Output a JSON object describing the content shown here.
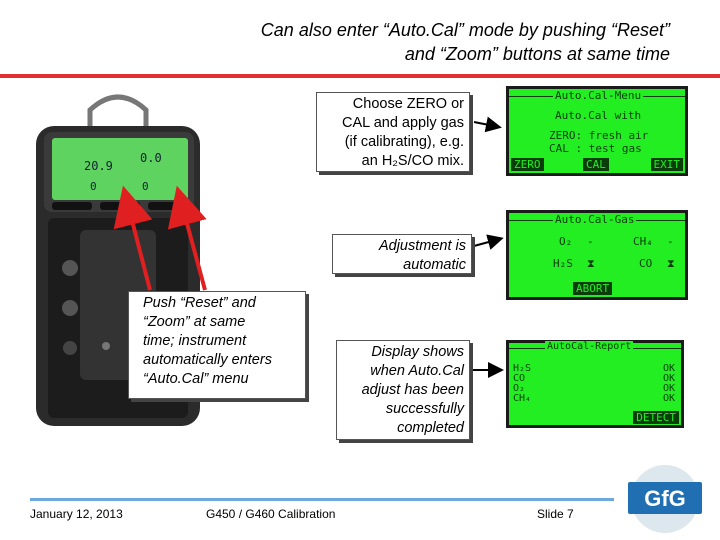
{
  "title": {
    "line1": "Can also enter “Auto.Cal” mode by pushing “Reset”",
    "line2": "and “Zoom” buttons at same time"
  },
  "device": {
    "display_values": [
      "20.9",
      "0.0",
      "0",
      "0"
    ]
  },
  "callouts": {
    "choose": [
      "Choose ZERO or",
      "CAL and apply gas",
      "(if calibrating), e.g.",
      "an H₂S/CO mix."
    ],
    "adjust": [
      "Adjustment is",
      "automatic"
    ],
    "push": [
      "Push “Reset” and",
      "“Zoom” at same",
      "time; instrument",
      "automatically enters",
      "“Auto.Cal” menu"
    ],
    "display": [
      "Display shows",
      "when Auto.Cal",
      "adjust has been",
      "successfully",
      "completed"
    ]
  },
  "screens": {
    "menu": {
      "header": "Auto.Cal-Menu",
      "line1": "Auto.Cal with",
      "line2": "ZERO: fresh air",
      "line3": "CAL : test gas",
      "keys": [
        "ZERO",
        "CAL",
        "EXIT"
      ]
    },
    "gas": {
      "header": "Auto.Cal-Gas",
      "o2": "O₂",
      "o2_val": "-",
      "ch4": "CH₄",
      "ch4_val": "-",
      "h2s": "H₂S",
      "h2s_val": "⧗",
      "co": "CO",
      "co_val": "⧗",
      "key": "ABORT"
    },
    "report": {
      "header": "AutoCal-Report",
      "gases": [
        "H₂S",
        "CO",
        "O₂",
        "CH₄"
      ],
      "results": [
        "OK",
        "OK",
        "OK",
        "OK"
      ],
      "key": "DETECT"
    }
  },
  "footer": {
    "date": "January 12, 2013",
    "center": "G450 / G460 Calibration",
    "slide": "Slide 7"
  },
  "logo": {
    "text": "GfG"
  },
  "colors": {
    "accent_rule": "#e03030",
    "lcd_green": "#22ee22",
    "footer_rule": "#6fa8dc"
  }
}
